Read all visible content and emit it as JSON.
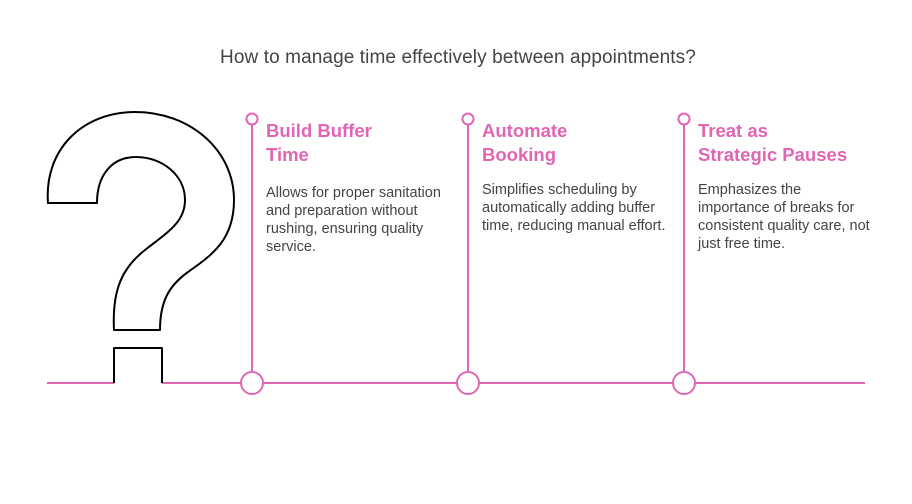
{
  "title": "How to manage time effectively between appointments?",
  "colors": {
    "accent": "#e066b4",
    "text": "#444444",
    "outline": "#000000"
  },
  "icon": "question-mark-icon",
  "items": [
    {
      "title_line1": "Build Buffer",
      "title_line2": "Time",
      "description": "Allows for proper sanitation and preparation without rushing, ensuring quality service."
    },
    {
      "title_line1": "Automate",
      "title_line2": "Booking",
      "description": "Simplifies scheduling by automatically adding buffer time, reducing manual effort."
    },
    {
      "title_line1": "Treat as",
      "title_line2": "Strategic Pauses",
      "description": "Emphasizes the importance of breaks for consistent quality care, not just free time."
    }
  ]
}
